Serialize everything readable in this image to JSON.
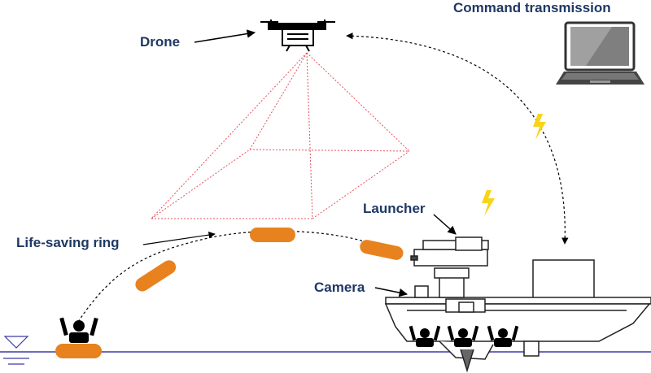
{
  "labels": {
    "drone": "Drone",
    "command_transmission": "Command transmission",
    "launcher": "Launcher",
    "life_saving_ring": "Life-saving ring",
    "camera": "Camera"
  },
  "icons": [
    "drone-icon",
    "laptop-icon",
    "lightning-icon",
    "rescue-boat-icon",
    "person-icon",
    "life-ring-icon",
    "water-level-icon"
  ],
  "colors": {
    "label_text": "#1f3864",
    "camera_fov": "#e8505b",
    "life_ring": "#e8821e",
    "water_line": "#3a3aa8",
    "lightning": "#f7d31a",
    "laptop_screen": "#808080"
  }
}
